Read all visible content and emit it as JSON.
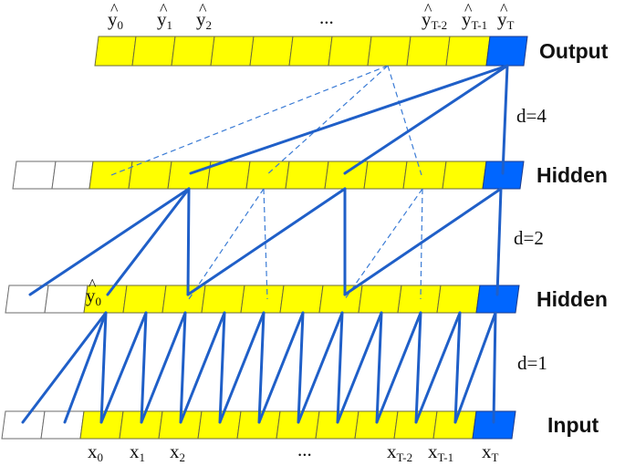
{
  "layers": {
    "output": "Output",
    "hidden_top": "Hidden",
    "hidden_bottom": "Hidden",
    "input": "Input"
  },
  "dilations": {
    "d4": "d=4",
    "d2": "d=2",
    "d1": "d=1"
  },
  "output_tokens": [
    {
      "base": "y",
      "sub": "0"
    },
    {
      "base": "y",
      "sub": "1"
    },
    {
      "base": "y",
      "sub": "2"
    },
    {
      "base": "...",
      "sub": ""
    },
    {
      "base": "y",
      "sub": "T-2"
    },
    {
      "base": "y",
      "sub": "T-1"
    },
    {
      "base": "y",
      "sub": "T"
    }
  ],
  "hidden_bottom_token": {
    "base": "y",
    "sub": "0"
  },
  "input_tokens": [
    {
      "base": "x",
      "sub": "0"
    },
    {
      "base": "x",
      "sub": "1"
    },
    {
      "base": "x",
      "sub": "2"
    },
    {
      "base": "...",
      "sub": ""
    },
    {
      "base": "x",
      "sub": "T-2"
    },
    {
      "base": "x",
      "sub": "T-1"
    },
    {
      "base": "x",
      "sub": "T"
    }
  ],
  "hat_glyph": "^",
  "colors": {
    "active_cell": "#ffff00",
    "padding_cell": "#ffffff",
    "current_cell": "#0066ff",
    "connection": "#1f5fc8"
  }
}
